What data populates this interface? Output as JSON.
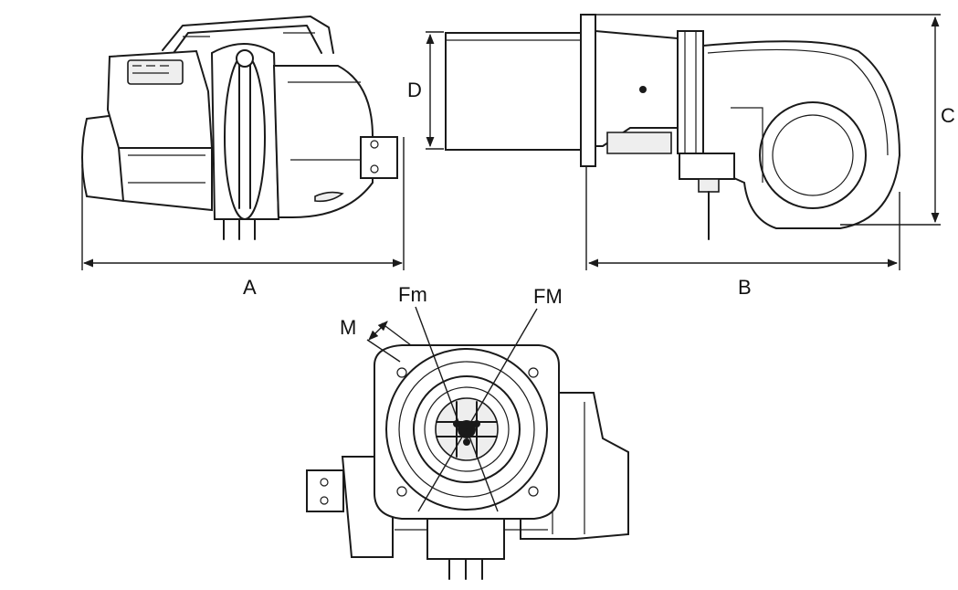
{
  "labels": {
    "a": "A",
    "b": "B",
    "c": "C",
    "d": "D",
    "fm_small": "Fm",
    "fm_large": "FM",
    "m": "M"
  }
}
